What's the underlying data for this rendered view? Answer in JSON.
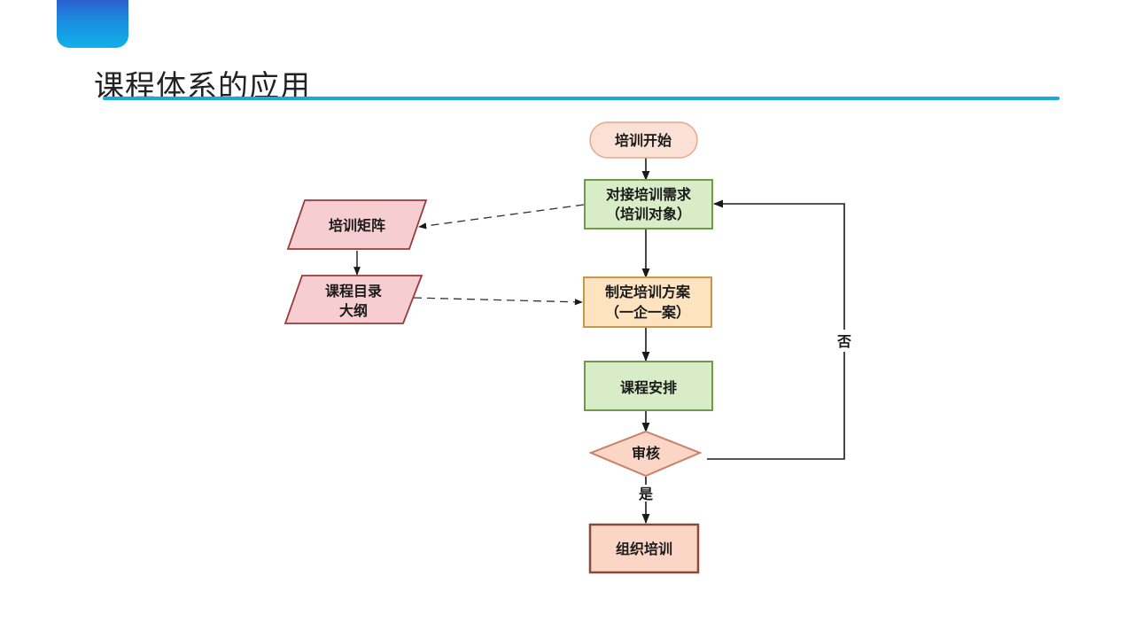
{
  "header": {
    "title": "课程体系的应用",
    "accent_color": "#1aa9dc"
  },
  "flowchart": {
    "nodes": {
      "start": {
        "line1": "培训开始",
        "fill": "#fbe0d6",
        "stroke": "#e9a58e"
      },
      "requirements": {
        "line1": "对接培训需求",
        "line2": "（培训对象）",
        "fill": "#d8ecc8",
        "stroke": "#6e9a4a"
      },
      "plan": {
        "line1": "制定培训方案",
        "line2": "（一企一案）",
        "fill": "#fde3c0",
        "stroke": "#c9974a"
      },
      "schedule": {
        "line1": "课程安排",
        "fill": "#d8ecc8",
        "stroke": "#6e9a4a"
      },
      "review": {
        "line1": "审核",
        "fill": "#fbd6c6",
        "stroke": "#c9816a"
      },
      "organize": {
        "line1": "组织培训",
        "fill": "#fbd6c6",
        "stroke": "#8a4a3a"
      },
      "matrix": {
        "line1": "培训矩阵",
        "fill": "#f6cdd0",
        "stroke": "#9a3a3a"
      },
      "catalog": {
        "line1": "课程目录",
        "line2": "大纲",
        "fill": "#f6cdd0",
        "stroke": "#9a3a3a"
      }
    },
    "edge_labels": {
      "yes": "是",
      "no": "否"
    }
  }
}
